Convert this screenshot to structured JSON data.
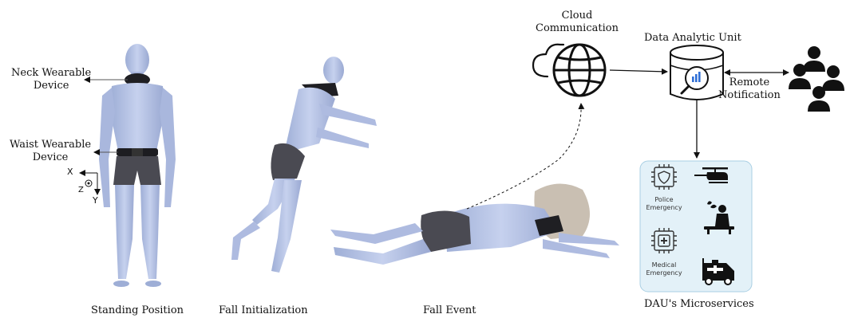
{
  "labels": {
    "neck_device": "Neck Wearable\nDevice",
    "waist_device": "Waist Wearable\nDevice",
    "cloud": "Cloud\nCommunication",
    "dau": "Data Analytic Unit",
    "remote": "Remote\nNotification",
    "microservices": "DAU's Microservices",
    "police": "Police\nEmergency",
    "medical": "Medical\nEmergency"
  },
  "axes": {
    "x": "X",
    "y": "Y",
    "z": "Z"
  },
  "captions": {
    "standing": "Standing Position",
    "initialization": "Fall Initialization",
    "event": "Fall Event"
  },
  "colors": {
    "skin": "#b9c6e6",
    "skin_shadow": "#8e9dc6",
    "shorts": "#4a4a52",
    "device": "#222222",
    "panel": "#e3f1f8",
    "panel_border": "#a9cfe3",
    "chart_blue": "#2f6fd6"
  },
  "icons": [
    "globe-icon",
    "cloud-icon",
    "database-search-icon",
    "users-group-icon",
    "chip-shield-icon",
    "helicopter-icon",
    "massage-icon",
    "chip-medical-icon",
    "ambulance-icon"
  ]
}
